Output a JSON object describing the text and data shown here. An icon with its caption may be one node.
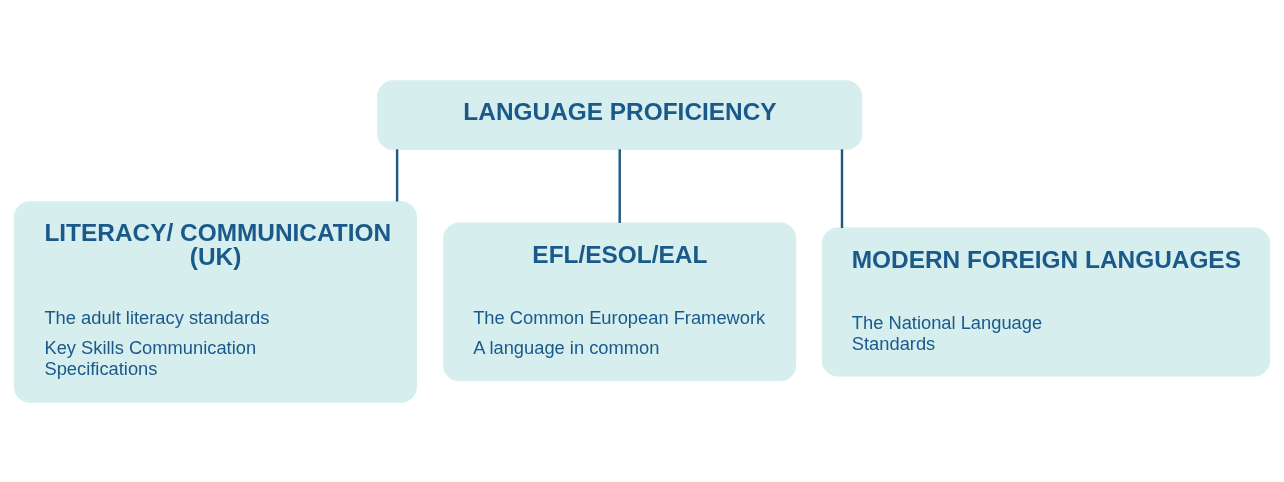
{
  "diagram": {
    "nodes": [
      {
        "text": [
          "LANGUAGE PROFICIENCY"
        ]
      },
      {
        "text": [
          "LITERACY/ COMMUNICATION (UK)",
          "The adult literacy standards",
          "Key Skills Communication Specifications"
        ]
      },
      {
        "text": [
          "EFL/ESOL/EAL",
          "The Common European Framework",
          "A language in common"
        ]
      },
      {
        "text": [
          "MODERN FOREIGN LANGUAGES",
          "The National Language Standards"
        ]
      }
    ],
    "edges": [
      {
        "from": 0,
        "to": 1,
        "arrow": "none"
      },
      {
        "from": 0,
        "to": 2,
        "arrow": "none"
      },
      {
        "from": 0,
        "to": 3,
        "arrow": "none"
      }
    ]
  }
}
